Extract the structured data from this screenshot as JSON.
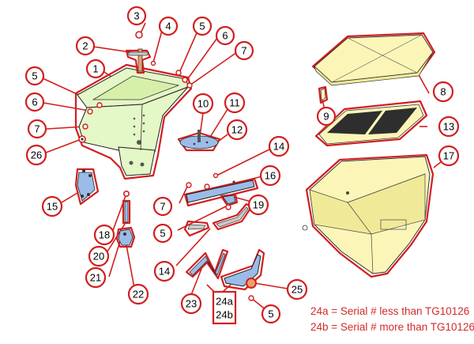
{
  "callouts": [
    {
      "id": "c3",
      "label": "3"
    },
    {
      "id": "c4",
      "label": "4"
    },
    {
      "id": "c5a",
      "label": "5"
    },
    {
      "id": "c6a",
      "label": "6"
    },
    {
      "id": "c7a",
      "label": "7"
    },
    {
      "id": "c2",
      "label": "2"
    },
    {
      "id": "c1",
      "label": "1"
    },
    {
      "id": "c5b",
      "label": "5"
    },
    {
      "id": "c6b",
      "label": "6"
    },
    {
      "id": "c7b",
      "label": "7"
    },
    {
      "id": "c26",
      "label": "26"
    },
    {
      "id": "c10",
      "label": "10"
    },
    {
      "id": "c11",
      "label": "11"
    },
    {
      "id": "c12",
      "label": "12"
    },
    {
      "id": "c14a",
      "label": "14"
    },
    {
      "id": "c16",
      "label": "16"
    },
    {
      "id": "c7c",
      "label": "7"
    },
    {
      "id": "c19",
      "label": "19"
    },
    {
      "id": "c5c",
      "label": "5"
    },
    {
      "id": "c15",
      "label": "15"
    },
    {
      "id": "c18",
      "label": "18"
    },
    {
      "id": "c20",
      "label": "20"
    },
    {
      "id": "c21",
      "label": "21"
    },
    {
      "id": "c22",
      "label": "22"
    },
    {
      "id": "c14b",
      "label": "14"
    },
    {
      "id": "c23",
      "label": "23"
    },
    {
      "id": "c25",
      "label": "25"
    },
    {
      "id": "c5d",
      "label": "5"
    },
    {
      "id": "c8",
      "label": "8"
    },
    {
      "id": "c9",
      "label": "9"
    },
    {
      "id": "c13",
      "label": "13"
    },
    {
      "id": "c17",
      "label": "17"
    }
  ],
  "box_24": {
    "line1": "24a",
    "line2": "24b"
  },
  "legend": {
    "line1": "24a = Serial # less than TG10126",
    "line2": "24b = Serial # more than TG10126"
  },
  "colors": {
    "callout_red": "#d21e1e",
    "frame_green": "#e4f7c6",
    "bracket_blue": "#9bbce8",
    "hopper_yellow": "#fbf6b8",
    "legend_red": "#d22a2a"
  }
}
